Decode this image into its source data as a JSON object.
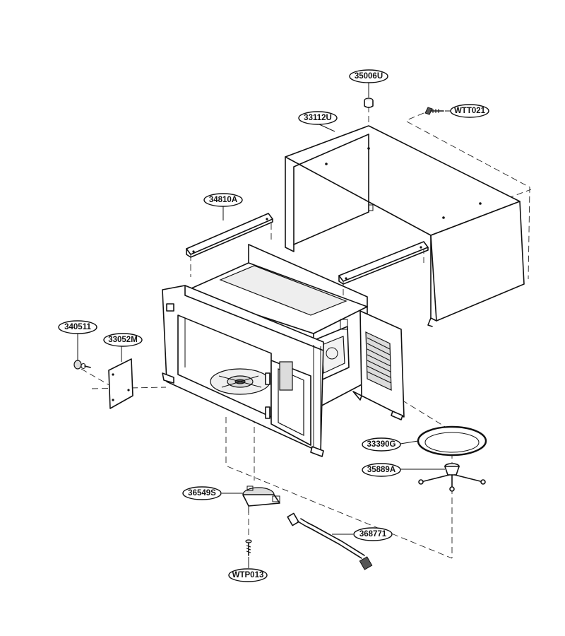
{
  "parts": [
    {
      "id": "p-35006u",
      "label": "35006U",
      "name": "top-cap-part"
    },
    {
      "id": "p-wtt021",
      "label": "WTT021",
      "name": "cover-screw-part"
    },
    {
      "id": "p-33112u",
      "label": "33112U",
      "name": "outer-cabinet-cover-part"
    },
    {
      "id": "p-34810a",
      "label": "34810A",
      "name": "side-rail-bracket-part"
    },
    {
      "id": "p-340511",
      "label": "340511",
      "name": "ground-screw-part"
    },
    {
      "id": "p-33052m",
      "label": "33052M",
      "name": "waveguide-cover-plate-part"
    },
    {
      "id": "p-33390g",
      "label": "33390G",
      "name": "glass-turntable-tray-part"
    },
    {
      "id": "p-35889a",
      "label": "35889A",
      "name": "roller-ring-support-part"
    },
    {
      "id": "p-36549s",
      "label": "36549S",
      "name": "turntable-motor-part"
    },
    {
      "id": "p-368771",
      "label": "368771",
      "name": "wire-harness-part"
    },
    {
      "id": "p-wtp013",
      "label": "WTP013",
      "name": "motor-screw-part"
    }
  ]
}
